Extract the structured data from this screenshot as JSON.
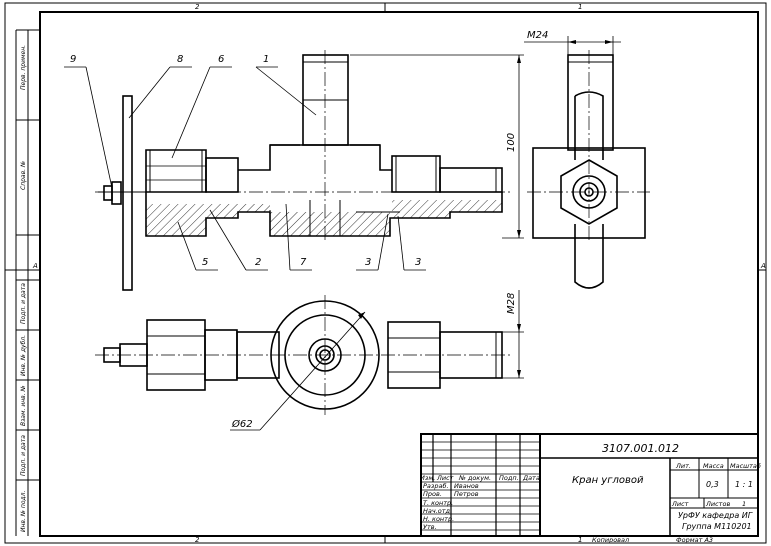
{
  "drawing": {
    "number": "3107.001.012",
    "title": "Кран угловой",
    "org_line1": "УрФУ кафедра ИГ",
    "org_line2": "Группа М110201",
    "stage_hdr": "Лит.",
    "mass_hdr": "Масса",
    "scale_hdr": "Масштаб",
    "mass": "0,3",
    "scale": "1 : 1",
    "sheet_lbl": "Лист",
    "sheets_lbl": "Листов",
    "sheets_count": "1",
    "copied": "Копировал",
    "format": "Формат A3"
  },
  "rows": {
    "izm": "Изм.",
    "list": "Лист",
    "doc": "№ докум.",
    "sign": "Подп.",
    "date": "Дата",
    "razrab": "Разраб.",
    "prov": "Пров.",
    "tkontr": "Т. контр.",
    "nachotd": "Нач.отд.",
    "nkontr": "Н. контр.",
    "utv": "Утв.",
    "razrab_name": "Иванов",
    "prov_name": "Петров"
  },
  "side_labels": [
    "Перв. примен.",
    "Справ. №",
    "Подп. и дата",
    "Инв. № дубл.",
    "Взам. инв. №",
    "Подп. и дата",
    "Инв. № подл."
  ],
  "zones": {
    "top": [
      "2",
      "1"
    ],
    "left": [
      "A"
    ]
  },
  "leaders": [
    "9",
    "8",
    "6",
    "1",
    "5",
    "2",
    "7",
    "3",
    "3"
  ],
  "dims": {
    "m24": "M24",
    "h100": "100",
    "m28": "M28",
    "d62": "Ø62"
  }
}
